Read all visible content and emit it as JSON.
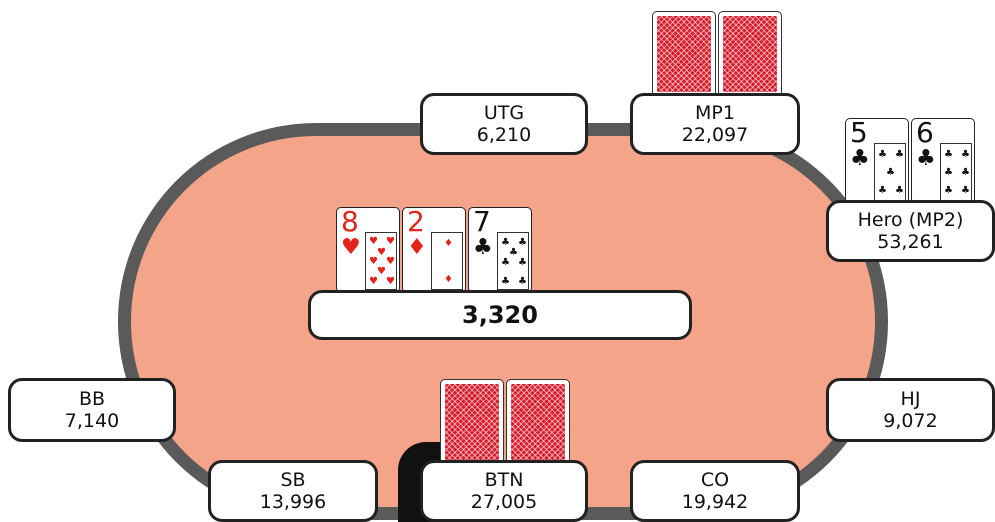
{
  "table": {
    "felt_color": "#f4a488",
    "rail_color": "#5a5a5a"
  },
  "pot": {
    "amount": "3,320"
  },
  "seats": [
    {
      "name": "UTG",
      "stack": "6,210"
    },
    {
      "name": "MP1",
      "stack": "22,097"
    },
    {
      "name": "Hero (MP2)",
      "stack": "53,261"
    },
    {
      "name": "HJ",
      "stack": "9,072"
    },
    {
      "name": "CO",
      "stack": "19,942"
    },
    {
      "name": "BTN",
      "stack": "27,005"
    },
    {
      "name": "SB",
      "stack": "13,996"
    },
    {
      "name": "BB",
      "stack": "7,140"
    }
  ],
  "board": [
    {
      "rank": "8",
      "suit": "♥",
      "suit_name": "hearts",
      "color": "red"
    },
    {
      "rank": "2",
      "suit": "♦",
      "suit_name": "diamonds",
      "color": "red"
    },
    {
      "rank": "7",
      "suit": "♣",
      "suit_name": "clubs",
      "color": "black"
    }
  ],
  "hero_cards": [
    {
      "rank": "5",
      "suit": "♣",
      "suit_name": "clubs",
      "color": "black"
    },
    {
      "rank": "6",
      "suit": "♣",
      "suit_name": "clubs",
      "color": "black"
    }
  ],
  "face_down_cards": {
    "MP1": 2,
    "BTN": 2
  },
  "dealer_button": "BTN",
  "colors": {
    "card_back": "#d81c2c",
    "red_suit": "#e3241b",
    "black_suit": "#111111"
  }
}
